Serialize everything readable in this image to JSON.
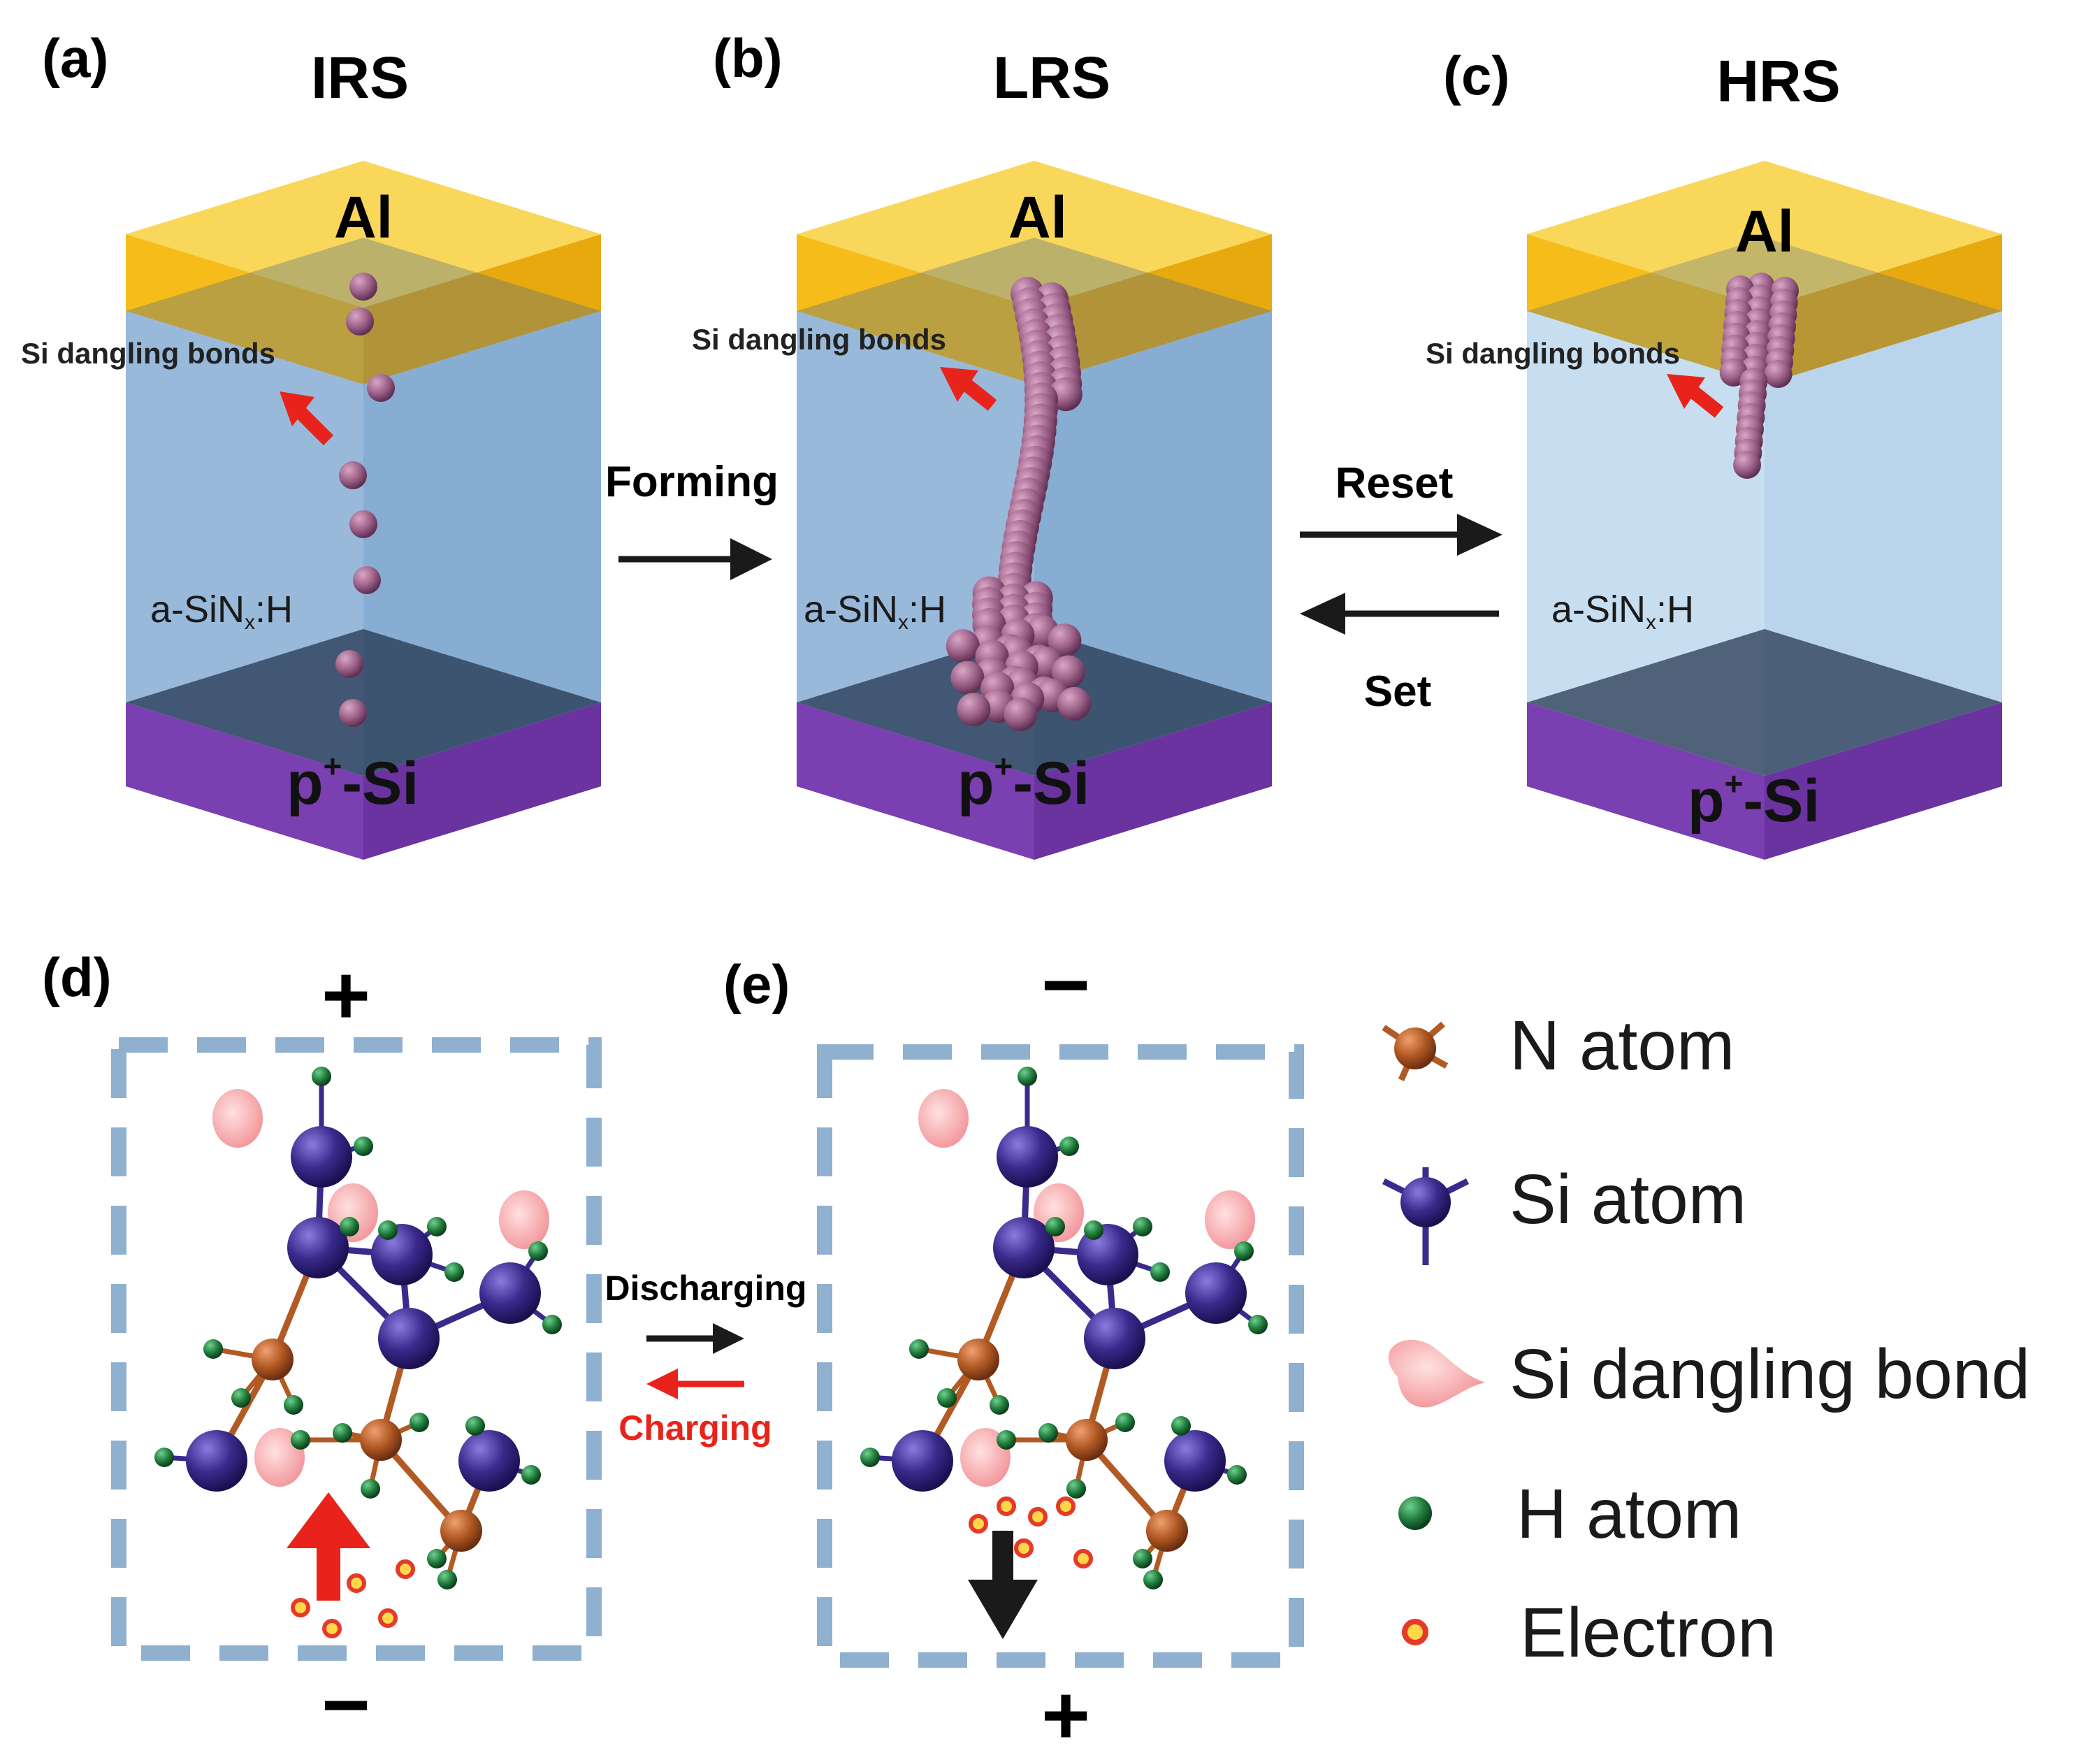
{
  "panels": {
    "a": {
      "letter": "(a)",
      "state": "IRS",
      "filament": "sparse"
    },
    "b": {
      "letter": "(b)",
      "state": "LRS",
      "filament": "full"
    },
    "c": {
      "letter": "(c)",
      "state": "HRS",
      "filament": "partial"
    },
    "d": {
      "letter": "(d)",
      "top_sign": "+",
      "bottom_sign": "−",
      "arrow": "up"
    },
    "e": {
      "letter": "(e)",
      "top_sign": "−",
      "bottom_sign": "+",
      "arrow": "down"
    }
  },
  "layers": {
    "top_electrode": "Al",
    "bottom_electrode_base": "p",
    "bottom_electrode_sup": "+",
    "bottom_electrode_rest": "-Si",
    "film_base": "a-SiN",
    "film_sub": "x",
    "film_rest": ":H",
    "defect_label": "Si dangling bonds"
  },
  "transitions": {
    "forming": "Forming",
    "reset": "Reset",
    "set": "Set",
    "discharging": "Discharging",
    "charging": "Charging"
  },
  "legend": [
    {
      "icon": "n-atom-icon",
      "label": "N atom"
    },
    {
      "icon": "si-atom-icon",
      "label": "Si atom"
    },
    {
      "icon": "dangling-bond-icon",
      "label": "Si dangling bond"
    },
    {
      "icon": "h-atom-icon",
      "label": "H atom"
    },
    {
      "icon": "electron-icon",
      "label": "Electron"
    }
  ],
  "colors": {
    "al": "#f6bd1a",
    "film_a": "#8fb3d6",
    "film_b": "#8fb3d6",
    "film_c": "#c4dcef",
    "psi": "#7a3fb0",
    "filament": "#9a5f86",
    "si_atom": "#3a2a8c",
    "n_atom": "#b25a24",
    "h_atom": "#1f7a3a",
    "dangling": "#f4a6a6",
    "electron_ring": "#e53a2a",
    "electron_core": "#ffd84a",
    "red_arrow": "#e8231c",
    "box_dash": "#8fb0cf",
    "text": "#1a1a1a"
  }
}
